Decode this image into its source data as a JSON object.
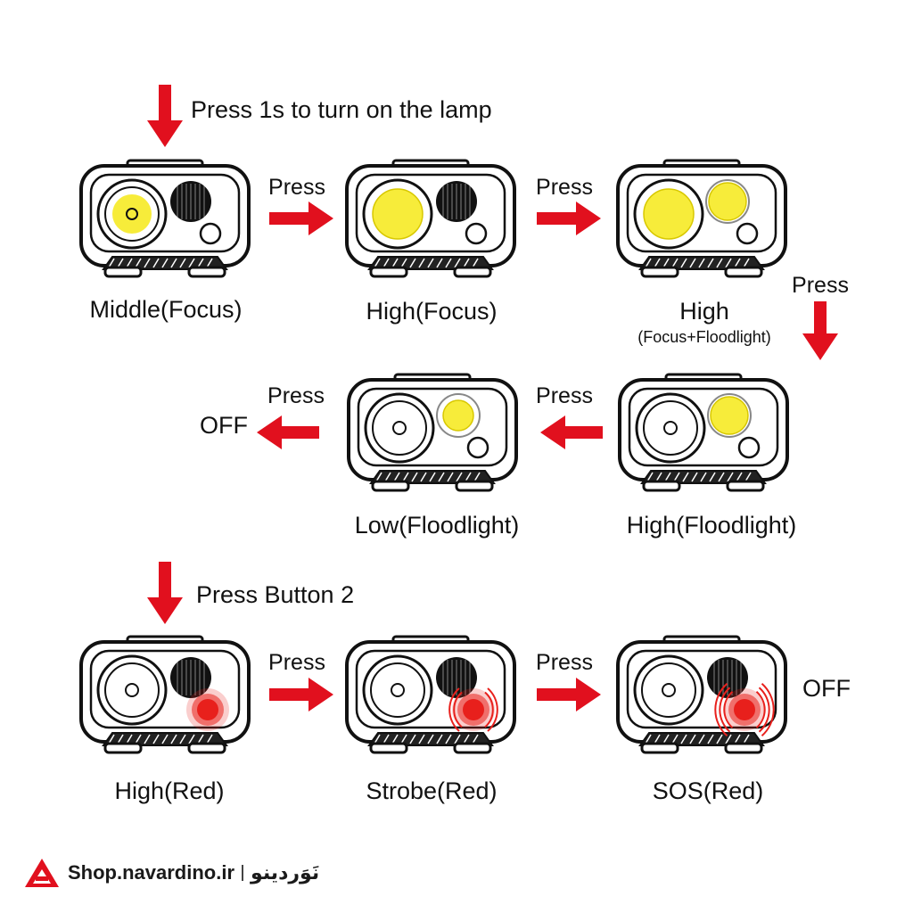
{
  "instructions": {
    "main": "Press 1s to turn on the lamp",
    "button2": "Press Button 2"
  },
  "press_label": "Press",
  "off_label": "OFF",
  "colors": {
    "arrow": "#e1101e",
    "yellow": "#f7ec3a",
    "red": "#e8201c",
    "outline": "#111111"
  },
  "modes": [
    {
      "id": "middle-focus",
      "label": "Middle(Focus)",
      "sub": "",
      "focus": "small-yellow",
      "flood": "off",
      "red": "off"
    },
    {
      "id": "high-focus",
      "label": "High(Focus)",
      "sub": "",
      "focus": "yellow",
      "flood": "off",
      "red": "off"
    },
    {
      "id": "high-focus-flood",
      "label": "High",
      "sub": "(Focus+Floodlight)",
      "focus": "yellow",
      "flood": "yellow",
      "red": "off"
    },
    {
      "id": "high-flood",
      "label": "High(Floodlight)",
      "sub": "",
      "focus": "off",
      "flood": "yellow",
      "red": "off"
    },
    {
      "id": "low-flood",
      "label": "Low(Floodlight)",
      "sub": "",
      "focus": "off",
      "flood": "dim-yellow",
      "red": "off"
    },
    {
      "id": "high-red",
      "label": "High(Red)",
      "sub": "",
      "focus": "off",
      "flood": "off",
      "red": "on"
    },
    {
      "id": "strobe-red",
      "label": "Strobe(Red)",
      "sub": "",
      "focus": "off",
      "flood": "off",
      "red": "strobe"
    },
    {
      "id": "sos-red",
      "label": "SOS(Red)",
      "sub": "",
      "focus": "off",
      "flood": "off",
      "red": "sos"
    }
  ],
  "watermark": {
    "site": "Shop.navardino.ir",
    "brand": "نَوَردینو"
  }
}
